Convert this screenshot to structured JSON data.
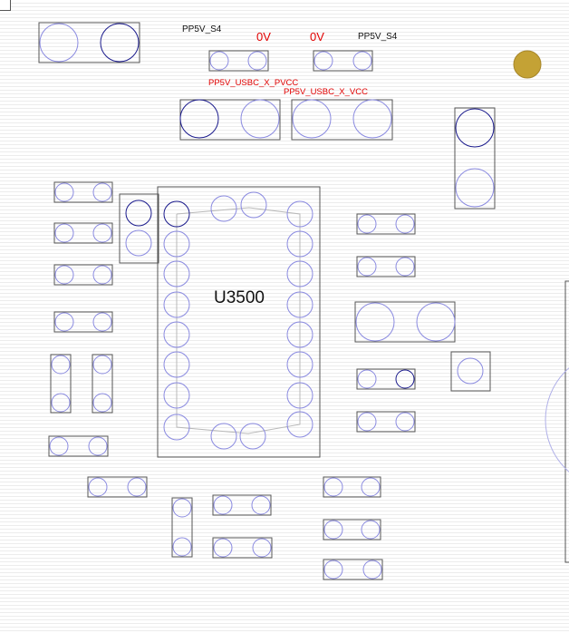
{
  "ic": {
    "designator": "U3500"
  },
  "net_labels": {
    "pp5v_s4_left": "PP5V_S4",
    "pp5v_s4_right": "PP5V_S4",
    "voltage_left": "0V",
    "voltage_right": "0V",
    "usbc_pvcc": "PP5V_USBC_X_PVCC",
    "usbc_vcc": "PP5V_USBC_X_VCC"
  },
  "colors": {
    "outline": "#555555",
    "pad": "#8a8ae0",
    "pad_selected": "#1a1a8c",
    "net_label_red": "#e00000",
    "via": "#c4a235",
    "background_lines": "#ececec"
  }
}
